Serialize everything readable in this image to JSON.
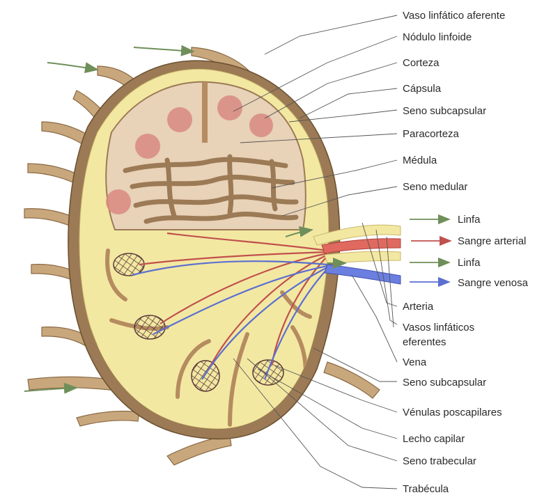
{
  "labels": {
    "vaso_linfatico_aferente": "Vaso linfático aferente",
    "nodulo_linfoide": "Nódulo linfoide",
    "corteza": "Corteza",
    "capsula": "Cápsula",
    "seno_subcapsular_top": "Seno subcapsular",
    "paracorteza": "Paracorteza",
    "medula": "Médula",
    "seno_medular": "Seno medular",
    "linfa_1": "Linfa",
    "sangre_arterial": "Sangre arterial",
    "linfa_2": "Linfa",
    "sangre_venosa": "Sangre venosa",
    "arteria": "Arteria",
    "vasos_eferentes_1": "Vasos linfáticos",
    "vasos_eferentes_2": "eferentes",
    "vena": "Vena",
    "seno_subcapsular_bottom": "Seno subcapsular",
    "venulas_poscapilares": "Vénulas poscapilares",
    "lecho_capilar": "Lecho capilar",
    "seno_trabecular": "Seno trabecular",
    "trabecula": "Trabécula"
  },
  "colors": {
    "capsule": "#9b7a55",
    "sinus": "#f3e8a2",
    "cortex": "#e8d2b8",
    "follicle": "#d98a80",
    "trabecula": "#b58c5f",
    "artery": "#c0504d",
    "vein": "#5b6fd0",
    "lymph_arrow": "#6f8f5a"
  }
}
